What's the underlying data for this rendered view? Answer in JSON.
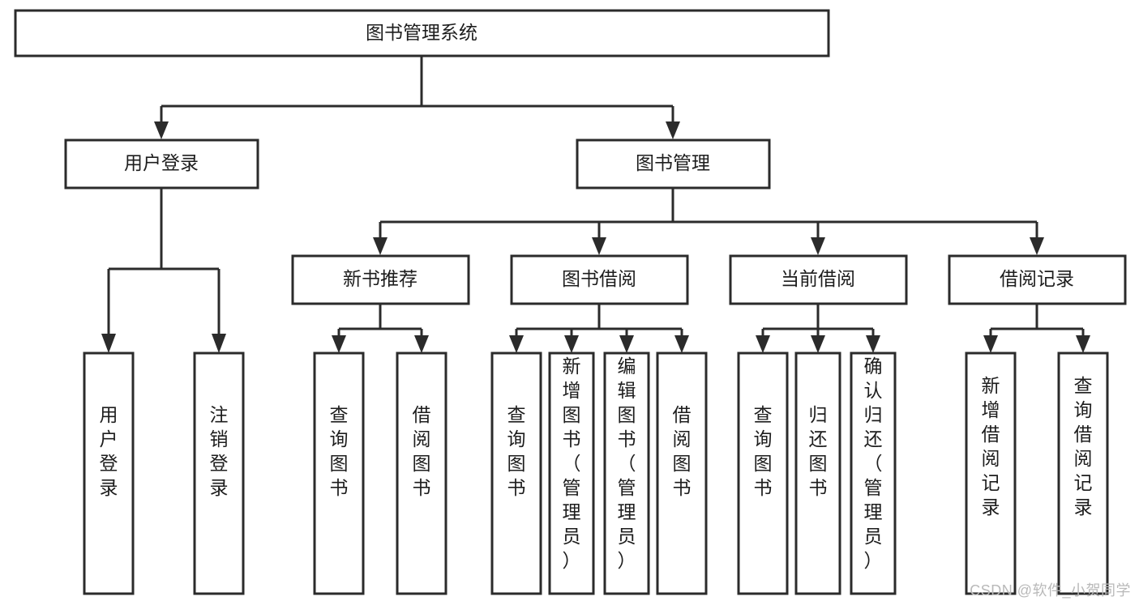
{
  "diagram": {
    "title": "图书管理系统",
    "type": "tree-hierarchy-chart",
    "root": {
      "id": "root",
      "label": "图书管理系统"
    },
    "level2": [
      {
        "id": "user-login",
        "label": "用户登录"
      },
      {
        "id": "book-manage",
        "label": "图书管理"
      }
    ],
    "level3": [
      {
        "id": "new-book-rec",
        "label": "新书推荐"
      },
      {
        "id": "book-borrow",
        "label": "图书借阅"
      },
      {
        "id": "current-borrow",
        "label": "当前借阅"
      },
      {
        "id": "borrow-record",
        "label": "借阅记录"
      }
    ],
    "leaves": {
      "user_login": [
        {
          "id": "leaf-user-login",
          "label": "用户登录"
        },
        {
          "id": "leaf-logout-login",
          "label": "注销登录"
        }
      ],
      "new_book_rec": [
        {
          "id": "leaf-query-book-1",
          "label": "查询图书"
        },
        {
          "id": "leaf-borrow-book-1",
          "label": "借阅图书"
        }
      ],
      "book_borrow": [
        {
          "id": "leaf-query-book-2",
          "label": "查询图书"
        },
        {
          "id": "leaf-add-book",
          "label": "新增图书（管理员）"
        },
        {
          "id": "leaf-edit-book",
          "label": "编辑图书（管理员）"
        },
        {
          "id": "leaf-borrow-book-2",
          "label": "借阅图书"
        }
      ],
      "current_borrow": [
        {
          "id": "leaf-query-book-3",
          "label": "查询图书"
        },
        {
          "id": "leaf-return-book",
          "label": "归还图书"
        },
        {
          "id": "leaf-confirm-return",
          "label": "确认归还（管理员）"
        }
      ],
      "borrow_record": [
        {
          "id": "leaf-add-record",
          "label": "新增借阅记录"
        },
        {
          "id": "leaf-query-record",
          "label": "查询借阅记录"
        }
      ]
    }
  },
  "watermark": {
    "text": "CSDN @软件_小贺同学"
  },
  "colors": {
    "stroke": "#2b2b2b",
    "fill": "#ffffff",
    "text": "#1d1d1d",
    "watermark": "#b9b9b9"
  }
}
